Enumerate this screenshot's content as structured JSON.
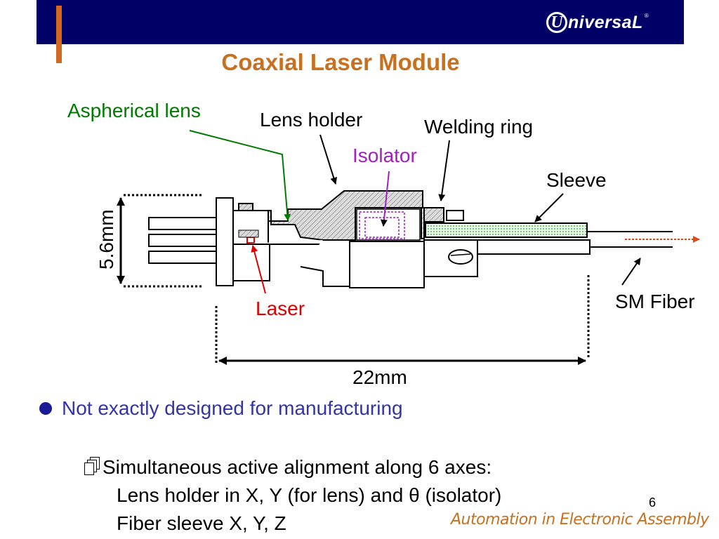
{
  "header": {
    "logo_mark": "U",
    "logo_text": "niversaL",
    "logo_reg": "®",
    "title": "Coaxial Laser Module"
  },
  "labels": {
    "aspherical_lens": "Aspherical lens",
    "lens_holder": "Lens holder",
    "welding_ring": "Welding ring",
    "isolator": "Isolator",
    "sleeve": "Sleeve",
    "laser": "Laser",
    "sm_fiber": "SM Fiber",
    "height_dim": "5.6mm",
    "length_dim": "22mm"
  },
  "colors": {
    "banner": "#000066",
    "title": "#c8701e",
    "aspherical_lens": "#007a00",
    "isolator": "#a020c0",
    "laser": "#e00000",
    "bullet_text": "#3333aa"
  },
  "bullet": {
    "text": "Not exactly designed for manufacturing"
  },
  "sub_bullet": {
    "icon": "document-stack-icon",
    "line1": "Simultaneous active alignment along 6 axes:",
    "line2": "Lens holder in X, Y (for lens) and θ (isolator)",
    "line3": "Fiber sleeve X, Y, Z"
  },
  "footer": {
    "page_number": "6",
    "tagline": "Automation in Electronic Assembly"
  }
}
